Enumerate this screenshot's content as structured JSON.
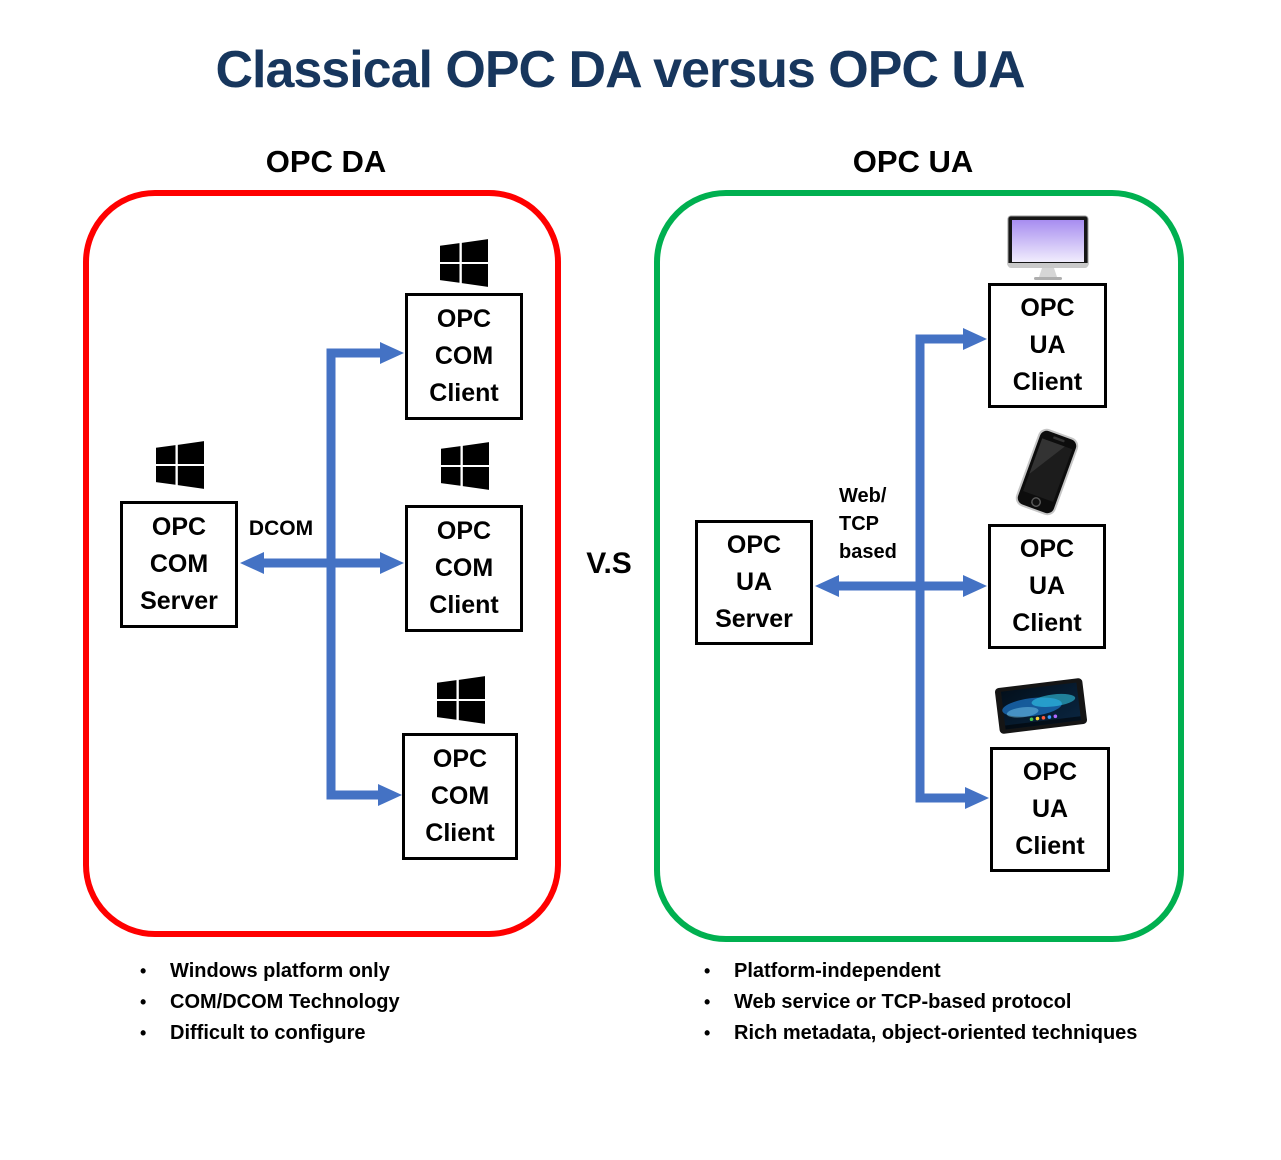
{
  "title": {
    "text": "Classical OPC DA versus OPC UA",
    "color": "#17365D"
  },
  "vs_label": "V.S",
  "bullet_char": "•",
  "left": {
    "header": "OPC DA",
    "accent_color": "#FF0000",
    "link_label": "DCOM",
    "server": {
      "icon": "windows-logo",
      "lines": [
        "OPC",
        "COM",
        "Server"
      ]
    },
    "clients": [
      {
        "icon": "windows-logo",
        "lines": [
          "OPC",
          "COM",
          "Client"
        ]
      },
      {
        "icon": "windows-logo",
        "lines": [
          "OPC",
          "COM",
          "Client"
        ]
      },
      {
        "icon": "windows-logo",
        "lines": [
          "OPC",
          "COM",
          "Client"
        ]
      }
    ],
    "bullets": [
      "Windows platform only",
      "COM/DCOM Technology",
      "Difficult to configure"
    ]
  },
  "right": {
    "header": "OPC UA",
    "accent_color": "#00B050",
    "link_label_lines": [
      "Web/",
      "TCP",
      "based"
    ],
    "server": {
      "lines": [
        "OPC",
        "UA",
        "Server"
      ]
    },
    "clients": [
      {
        "icon": "desktop-monitor-icon",
        "lines": [
          "OPC",
          "UA",
          "Client"
        ]
      },
      {
        "icon": "smartphone-icon",
        "lines": [
          "OPC",
          "UA",
          "Client"
        ]
      },
      {
        "icon": "tablet-icon",
        "lines": [
          "OPC",
          "UA",
          "Client"
        ]
      }
    ],
    "bullets": [
      "Platform-independent",
      "Web service or TCP-based protocol",
      "Rich metadata, object-oriented techniques"
    ]
  },
  "colors": {
    "arrow": "#4472C4",
    "box_border": "#000000",
    "red": "#FF0000",
    "green": "#00B050"
  }
}
